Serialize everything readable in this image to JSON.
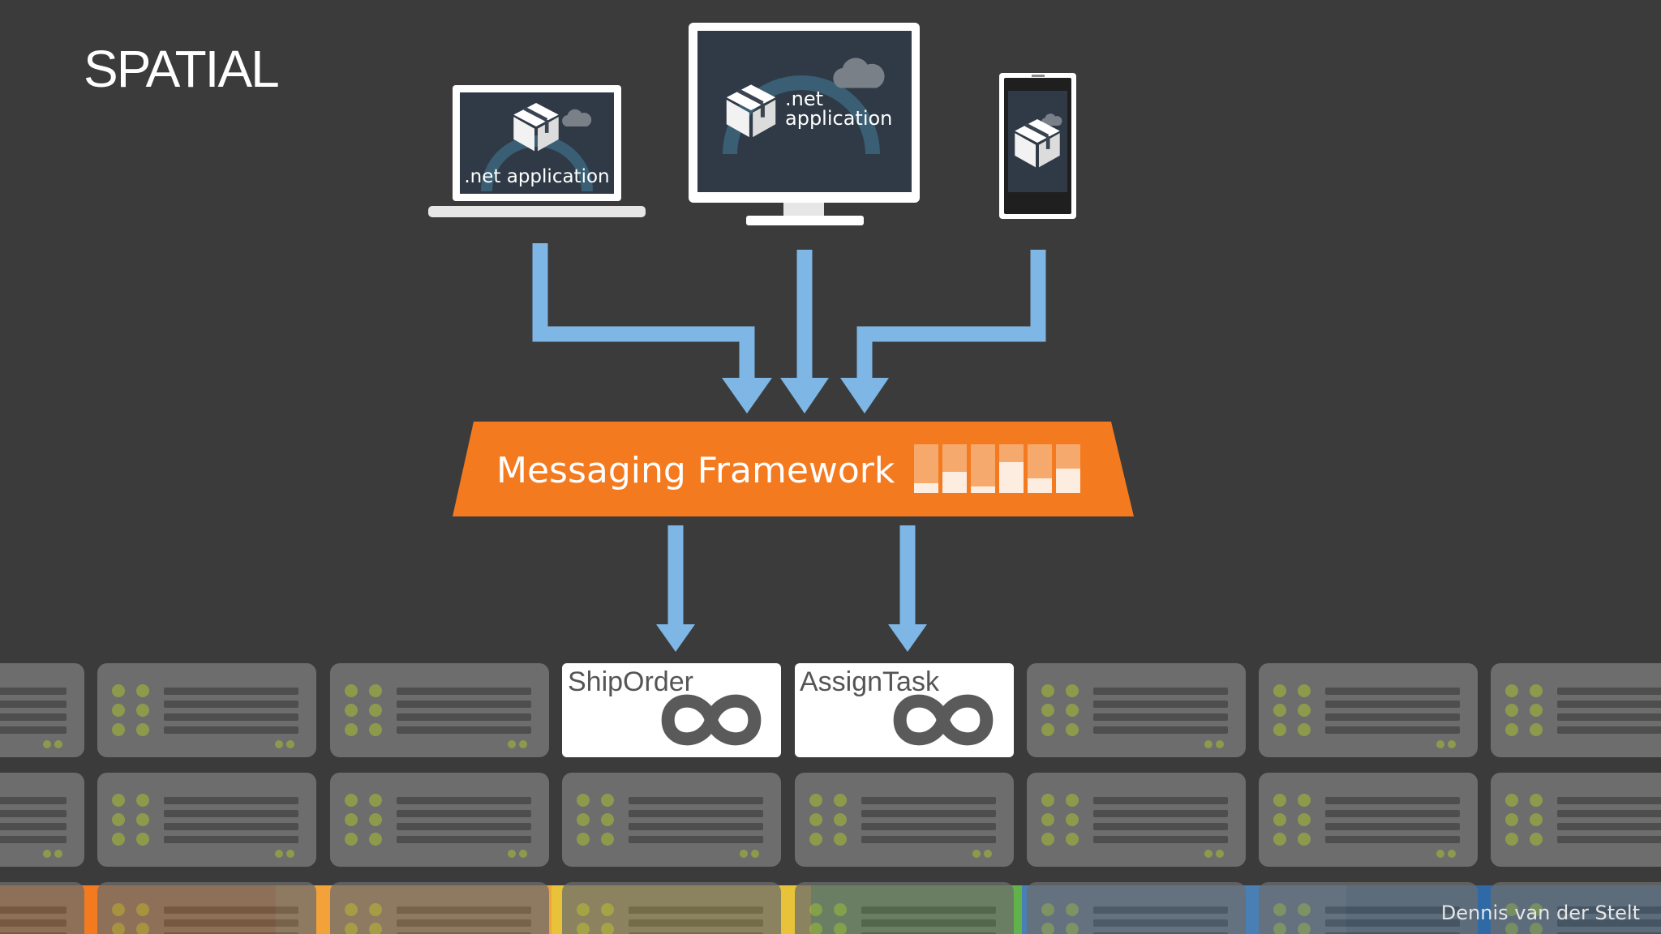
{
  "slide": {
    "title": "SPATIAL"
  },
  "devices": {
    "laptop": {
      "label": ".net application"
    },
    "desktop": {
      "label_line1": ".net",
      "label_line2": "application"
    },
    "phone": {
      "label": ""
    }
  },
  "framework": {
    "label": "Messaging Framework"
  },
  "services": [
    {
      "label": "ShipOrder"
    },
    {
      "label": "AssignTask"
    }
  ],
  "footer": {
    "credit": "Dennis van der Stelt"
  },
  "colors": {
    "background": "#3b3b3b",
    "arrow": "#7eb6e6",
    "framework": "#f47a20",
    "server": "#6e6e6e",
    "server_dots": "#8f9a4d",
    "bottom_strip": [
      "#f47a20",
      "#f3a23a",
      "#e8c33a",
      "#62b24c",
      "#4a7fb5",
      "#2f6aa6"
    ]
  }
}
